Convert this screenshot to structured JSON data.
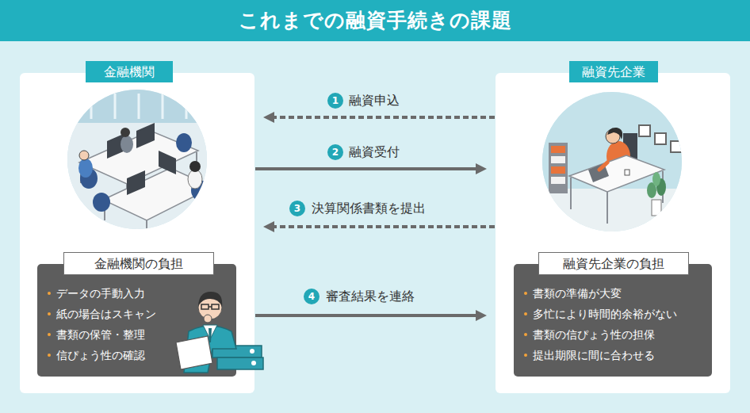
{
  "diagram": {
    "title": "これまでの融資手続きの課題",
    "nodes": [
      {
        "text": [
          "金融機関"
        ]
      },
      {
        "text": [
          "金融機関の負担",
          "データの手動入力",
          "紙の場合はスキャン",
          "書類の保管・整理",
          "信ぴょう性の確認"
        ],
        "in": 0
      },
      {
        "text": [
          "融資先企業"
        ]
      },
      {
        "text": [
          "融資先企業の負担",
          "書類の準備が大変",
          "多忙により時間的余裕がない",
          "書類の信ぴょう性の担保",
          "提出期限に間に合わせる"
        ],
        "in": 2
      }
    ],
    "edges": [
      {
        "from": 2,
        "to": 0,
        "label": "融資申込",
        "arrow": "to"
      },
      {
        "from": 0,
        "to": 2,
        "label": "融資受付",
        "arrow": "to"
      },
      {
        "from": 2,
        "to": 0,
        "label": "決算関係書類を提出",
        "arrow": "to"
      },
      {
        "from": 0,
        "to": 2,
        "label": "審査結果を連絡",
        "arrow": "to"
      }
    ],
    "labels": [
      "1",
      "2",
      "3",
      "4"
    ]
  }
}
